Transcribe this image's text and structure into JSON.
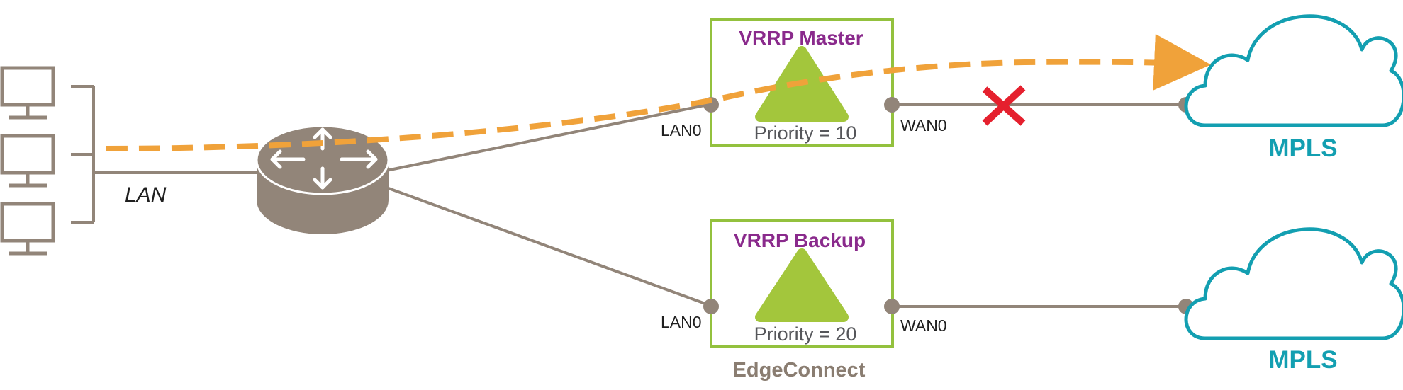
{
  "colors": {
    "device_gray": "#928579",
    "box_green": "#93c13e",
    "triangle_green": "#a3c63c",
    "vrrp_purple": "#8a2a8c",
    "cloud_teal": "#139fb1",
    "flow_orange": "#f0a23a",
    "fail_red": "#e5202e",
    "label_gray": "#55565a",
    "edge_label": "#8a7d71"
  },
  "lan": {
    "label": "LAN",
    "hosts": 3
  },
  "router": {
    "icon": "router-icon"
  },
  "master": {
    "title": "VRRP Master",
    "priority": "Priority = 10",
    "lan_port": "LAN0",
    "wan_port": "WAN0",
    "wan_link_failed": true
  },
  "backup": {
    "title": "VRRP Backup",
    "priority": "Priority = 20",
    "lan_port": "LAN0",
    "wan_port": "WAN0",
    "wan_link_failed": false
  },
  "edge_label": "EdgeConnect",
  "cloud_top": {
    "label": "MPLS",
    "icon": "cloud-icon"
  },
  "cloud_bottom": {
    "label": "MPLS",
    "icon": "cloud-icon"
  },
  "traffic_flow": {
    "style": "dashed-arrow",
    "from": "LAN",
    "to": "MPLS (top)"
  }
}
